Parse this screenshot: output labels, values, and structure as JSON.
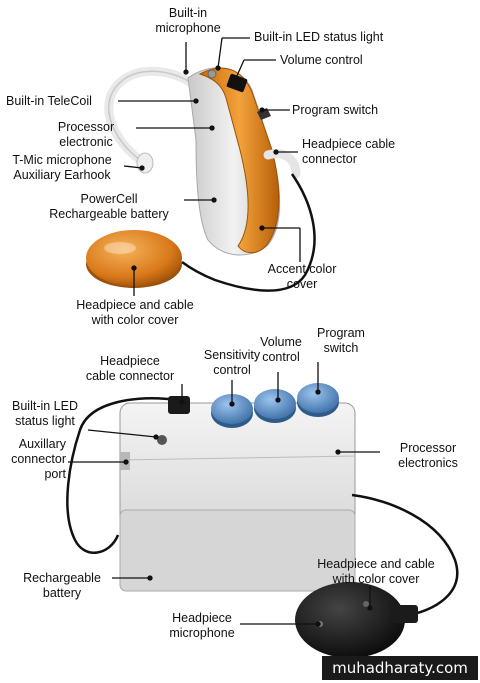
{
  "labels": {
    "microphone_top": "Built-in\nmicrophone",
    "led_top": "Built-in LED status light",
    "volume_top": "Volume control",
    "telecoil": "Built-in TeleCoil",
    "program_top": "Program switch",
    "processor_top": "Processor\nelectronic",
    "cable_conn_top": "Headpiece cable\nconnector",
    "tmic": "T-Mic microphone\nAuxiliary Earhook",
    "powercell": "PowerCell\nRechargeable battery",
    "accent": "Accent color\ncover",
    "headpiece_top": "Headpiece and cable\nwith color cover",
    "cable_conn_bottom": "Headpiece\ncable connector",
    "sensitivity": "Sensitivity\ncontrol",
    "volume_bottom": "Volume\ncontrol",
    "program_bottom": "Program\nswitch",
    "led_bottom": "Built-in LED\nstatus light",
    "aux_port": "Auxillary\nconnector\nport",
    "processor_bottom": "Processor\nelectronics",
    "battery_bottom": "Rechargeable\nbattery",
    "headpiece_bottom": "Headpiece and cable\nwith color cover",
    "headpiece_mic": "Headpiece\nmicrophone"
  },
  "watermark": "muhadharaty.com",
  "colors": {
    "accent_orange": "#e88a1e",
    "device_body": "#e2e2e2",
    "button_blue": "#5a8fc8",
    "cable": "#111111"
  }
}
